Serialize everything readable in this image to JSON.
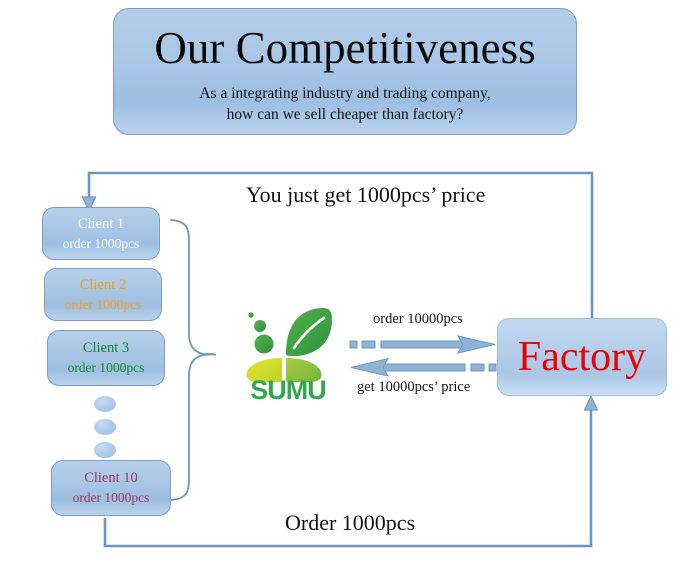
{
  "header": {
    "title": "Our Competitiveness",
    "subtitle_line1": "As a integrating industry and trading company,",
    "subtitle_line2": "how can we sell cheaper than factory?"
  },
  "clients": [
    {
      "id": "client-1",
      "name": "Client 1",
      "order": "order 1000pcs",
      "text_color": "#ffffff"
    },
    {
      "id": "client-2",
      "name": "Client 2",
      "order": "order 1000pcs",
      "text_color": "#f5a01e"
    },
    {
      "id": "client-3",
      "name": "Client 3",
      "order": "order 1000pcs",
      "text_color": "#0f8a2e"
    },
    {
      "id": "client-10",
      "name": "Client 10",
      "order": "order 1000pcs",
      "text_color": "#9c3565"
    }
  ],
  "company": {
    "logo_name": "sumu-leaf-logo",
    "wordmark": "SUMU",
    "leaf_green_dark": "#37a03c",
    "leaf_green_light": "#8cc63f",
    "leaf_yellow": "#d7df23",
    "wordmark_color": "#2fa84f"
  },
  "factory": {
    "label": "Factory",
    "label_color": "#ef0000"
  },
  "flow_labels": {
    "top": "You just get 1000pcs’ price",
    "bottom": "Order 1000pcs",
    "logo_to_factory": "order 10000pcs",
    "factory_to_logo": "get 10000pcs’ price"
  },
  "colors": {
    "box_fill_top": "#b7d0ea",
    "box_fill_bottom": "#bad3ed",
    "box_border": "#7d9dc4",
    "arrow_stroke": "#6f96bf",
    "arrow_fill": "#8fb3d6"
  }
}
